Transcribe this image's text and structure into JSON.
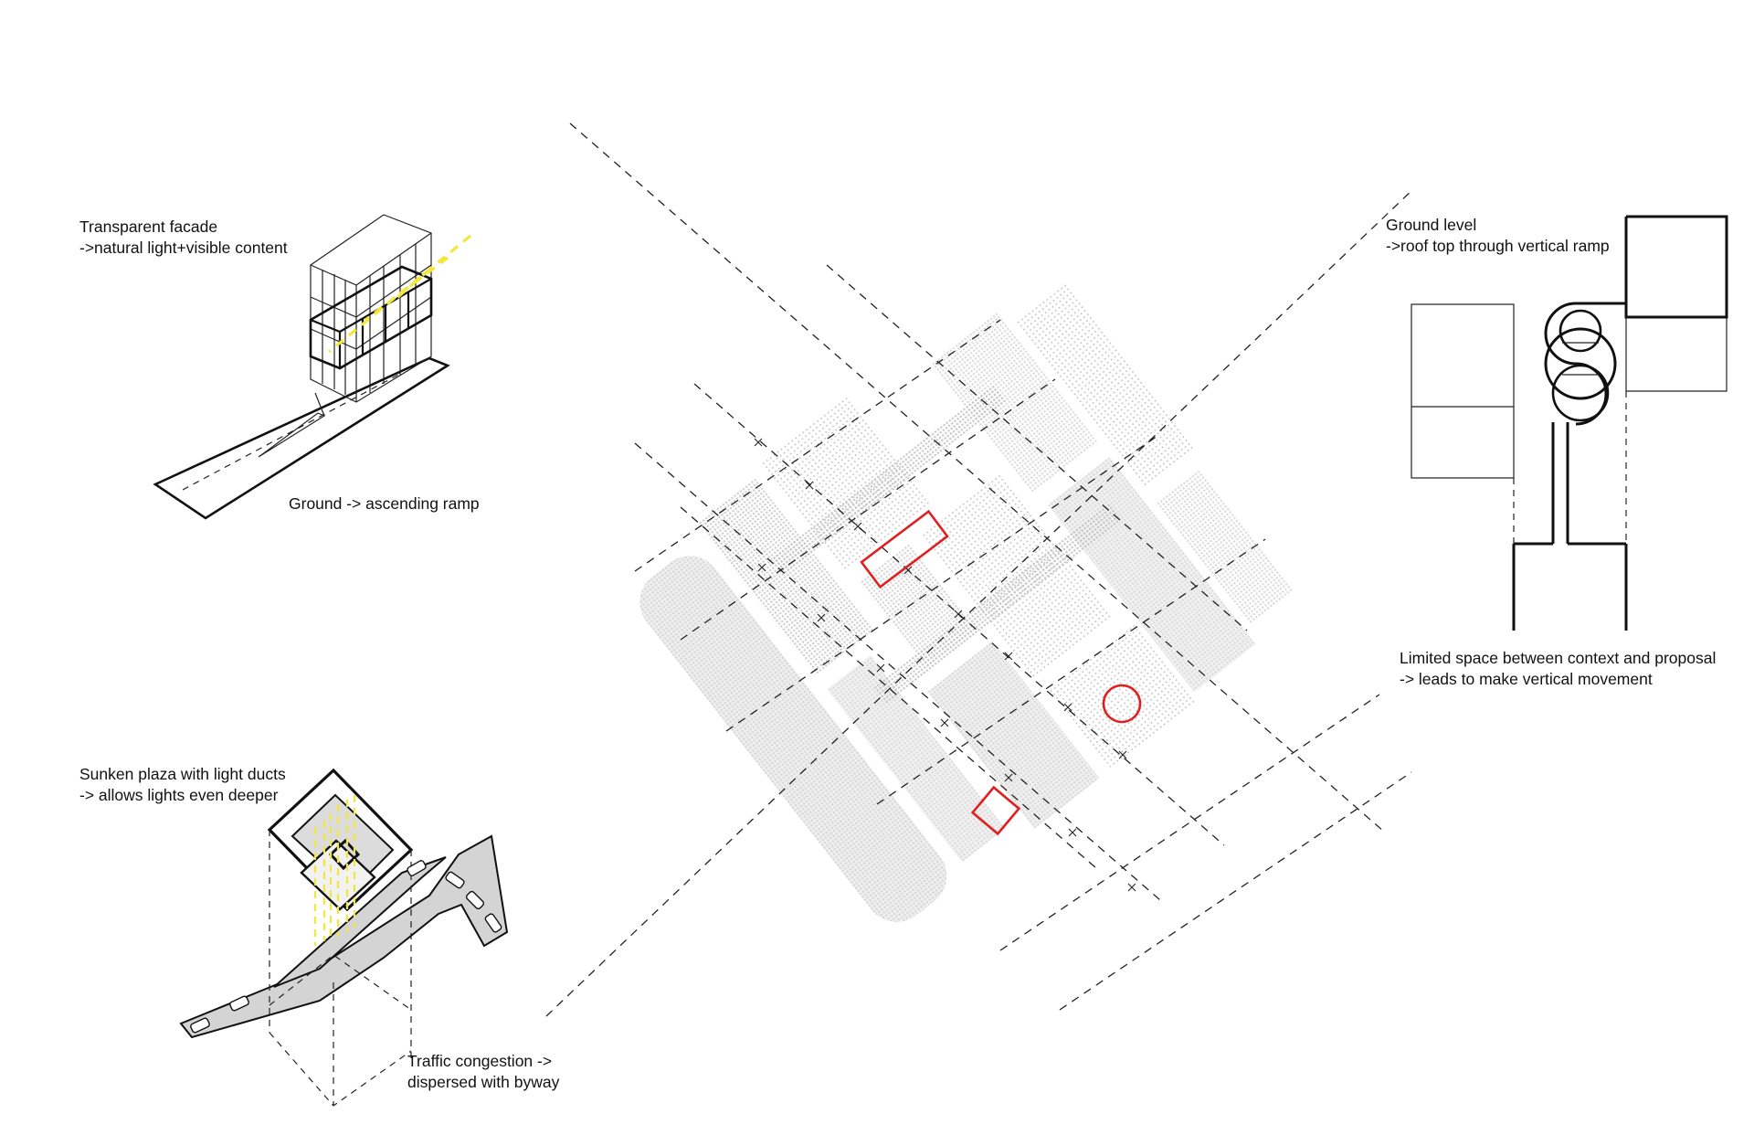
{
  "annotations": {
    "facade": {
      "line1": "Transparent facade",
      "line2": "->natural light+visible content"
    },
    "ramp": {
      "line1": "Ground -> ascending ramp"
    },
    "plaza": {
      "line1": "Sunken plaza with light ducts",
      "line2": "-> allows lights even deeper"
    },
    "traffic": {
      "line1": "Traffic congestion ->",
      "line2": "dispersed with byway"
    },
    "ground_level": {
      "line1": "Ground level",
      "line2": "->roof top through vertical ramp"
    },
    "limited_space": {
      "line1": "Limited space between context and proposal",
      "line2": "-> leads to make vertical movement"
    }
  },
  "colors": {
    "ink": "#111111",
    "highlight_red": "#e02020",
    "light_yellow": "#f3e83a",
    "road_gray": "#d4d4d4",
    "context_gray": "#c8c8c8"
  },
  "icons": {
    "site_markers": [
      "red-rectangle-marker",
      "red-circle-marker",
      "red-square-marker"
    ],
    "vehicles": "car-icon"
  }
}
